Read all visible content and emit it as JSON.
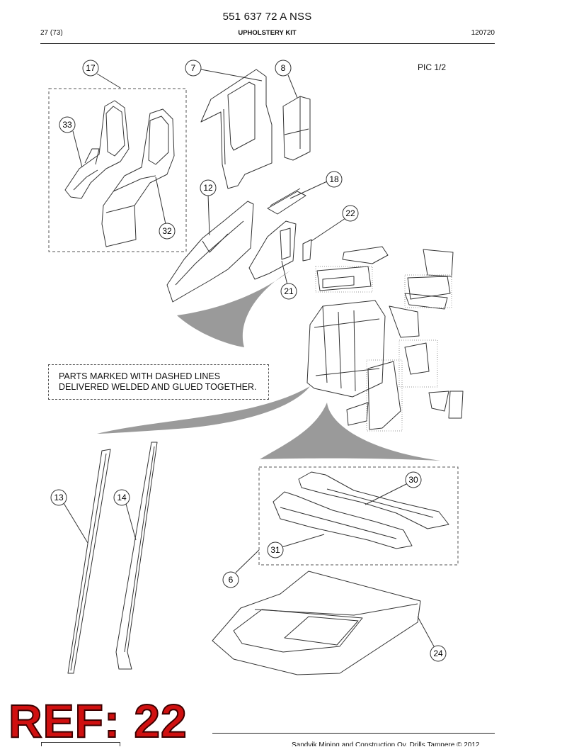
{
  "header": {
    "part_number": "551 637 72 A NSS",
    "page": "27 (73)",
    "section": "UPHOLSTERY KIT",
    "date_code": "120720"
  },
  "pic_label": "PIC 1/2",
  "note": {
    "line1": "PARTS MARKED WITH DASHED LINES",
    "line2": "DELIVERED WELDED AND GLUED TOGETHER."
  },
  "callouts": {
    "c17": "17",
    "c7": "7",
    "c8": "8",
    "c33": "33",
    "c12": "12",
    "c18": "18",
    "c22": "22",
    "c32": "32",
    "c21": "21",
    "c30": "30",
    "c13": "13",
    "c14": "14",
    "c31": "31",
    "c6": "6",
    "c24": "24"
  },
  "ref_stamp": "REF: 22",
  "footer": {
    "copyright": "Sandvik Mining and Construction Oy, Drills Tampere © 2012"
  },
  "colors": {
    "stamp_red": "#d01010",
    "shade_gray": "#9a9a9a",
    "line": "#333333"
  }
}
